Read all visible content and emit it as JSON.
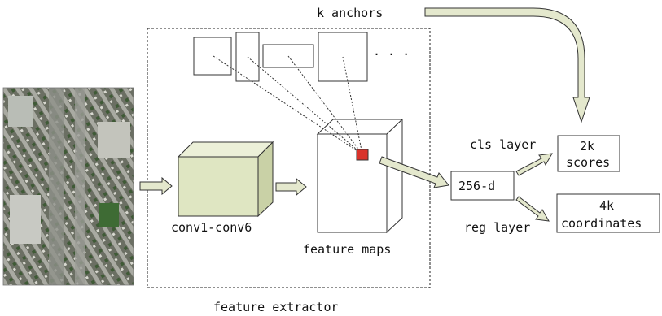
{
  "labels": {
    "k_anchors": "k anchors",
    "ellipsis": "· · ·",
    "conv": "conv1-conv6",
    "feature_maps": "feature maps",
    "feature_extractor": "feature extractor",
    "d256": "256-d",
    "cls_layer": "cls layer",
    "reg_layer": "reg layer",
    "scores_num": "2k",
    "scores_word": "scores",
    "coords_num": "4k",
    "coords_word": "coordinates"
  },
  "colors": {
    "arrow_fill": "#e4e8cd",
    "cube_face": "#dfe6c2",
    "cube_top": "#ecf0d8",
    "cube_side": "#c9d1a6",
    "anchor_cell": "#d9332b"
  },
  "image_description_icon": "aerial-city-image"
}
